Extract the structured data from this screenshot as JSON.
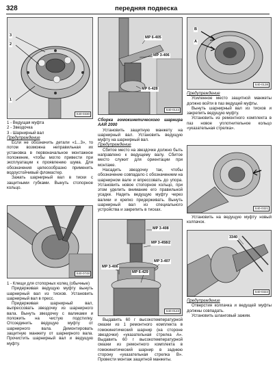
{
  "header": {
    "page_number": "328",
    "running_title": "передняя подвеска"
  },
  "col1": {
    "fig1": {
      "id": "S40-0330",
      "labels": [
        "3",
        "2",
        "1"
      ]
    },
    "legend": [
      "1 - Ведущая муфта",
      "2 - Звездочка",
      "3 - Шарнирный вал"
    ],
    "warning_head": "Предупреждение",
    "warning_text": "Если не обозначить детали «1...3», то потом возможна неправильная их установка в первоначальное монтажное положение, чтобы могло привести при эксплуатации к проявлению шума. Для обозначения целесообразно применить водоустойчивый фломастер.",
    "para1": "Зажать шарнирный вал в тиски с защитными губками. Вынуть стопорное кольцо.",
    "fig2": {
      "id": "S40-0748"
    },
    "fig2_legend": "1 - Клещи для стопорных колец (обычные)",
    "para2": "Придерживая ведущую муфту вынуть шарнирный вал из тисков. Установить шарнирный вал в пресс.",
    "para3": "Придерживая шарнирный вал, выпрессовать звездочку из шарнирного вала. Вынуть звездочку с валиками и положить на чистую подстилку. Отсоединить ведущую муфту от шарнирного вала. Демонтировать защитную манжету от шарнирного вала. Прочистить шарнирный вал и ведущую муфту."
  },
  "col2": {
    "fig3": {
      "id": "S40-0144",
      "labels": [
        "MP 6-405",
        "MP 3-406",
        "MP 6-428"
      ]
    },
    "section_title": "Сборка гомокинетического шарнира AAR 2000",
    "para1": "Установить защитную манжету на шарнирный вал. Установить ведущую муфту на шарнирный вал.",
    "warning_head": "Предупреждение",
    "warning_text": "Сбитое место на звездочке должно быть направлено к ведущему валу. Сбитое место служит для ориентации при монтаже.",
    "para2": "Насадить звездочку так, чтобы обозначение совпадало с обозначением на шарнирном вале и впрессовать до упора. Установить новое стопорное кольцо, при этом уделить внимание его правильной усадке. Надеть ведущую муфту через валики и крепко придерживать. Вынуть шарнирный вал из специального устройства и закрепить в тисках.",
    "fig4": {
      "id": "S40-0143",
      "labels": [
        "MP 3-408",
        "MP 3-458/2",
        "MP 3-407",
        "MP 3-406",
        "MP 6-429"
      ]
    },
    "para3": "Выдавить 60 г высокотемпературной смазки из 1 ремонтного комплекта в гомокинетический шарнир (на стороне звездочки) «указательная стрелка А». Выдавить 60 г высокотемпературной смазки из ремонтного комплекта в гомокинетический шарнир в заднюю сторону «указательная стрелка В». Провести монтаж защитной манжеты."
  },
  "col3": {
    "fig5": {
      "id": "S40-0138",
      "labels": [
        "B",
        "A"
      ]
    },
    "warning_head": "Предупреждение",
    "warning_text": "Усиленное место защитной манжеты должно войти в паз ведущей муфты.",
    "para1": "Вынуть шарнирный вал из тисков и закрепить ведущую муфту.",
    "para2": "Установить из ремонтного комплекта в паз новое уплотнительное кольцо «указательная стрелка».",
    "fig6": {
      "id": "S40-0321"
    },
    "para3": "Установить на ведущую муфту новый колпачок.",
    "fig7": {
      "id": "S40-0322",
      "labels": [
        "3340"
      ]
    },
    "warning_head2": "Предупреждение",
    "warning_text2": "Отверстия колпачка и ведущей муфты должны совпадать.",
    "para4": "Установить шланговый зажим."
  }
}
